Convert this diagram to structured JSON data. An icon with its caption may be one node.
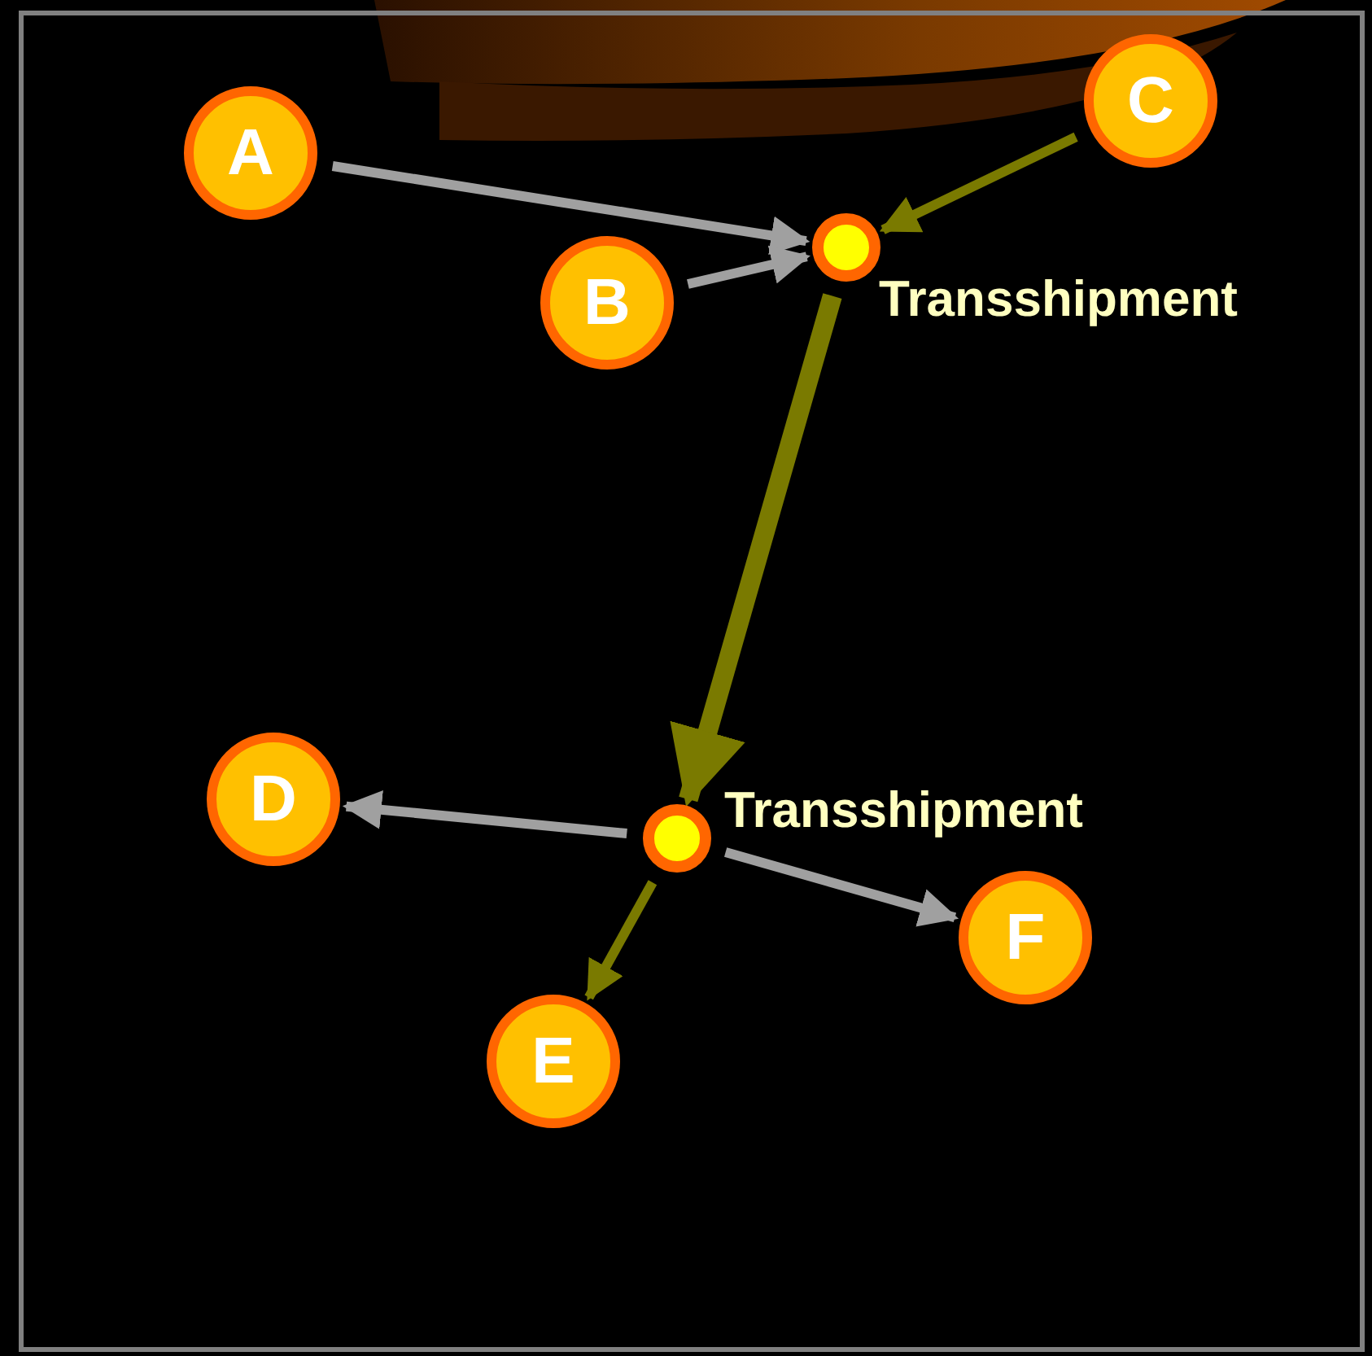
{
  "diagram": {
    "nodes": [
      {
        "text": [
          "A"
        ]
      },
      {
        "text": [
          "C"
        ]
      },
      {
        "text": [],
        "shape": "circle",
        "beside": [
          "Transshipment"
        ]
      },
      {
        "text": [
          "B"
        ]
      },
      {
        "text": [
          "D"
        ]
      },
      {
        "text": [],
        "shape": "circle",
        "beside": [
          "Transshipment"
        ]
      },
      {
        "text": [
          "F"
        ]
      },
      {
        "text": [
          "E"
        ]
      }
    ],
    "edges": [
      {
        "from": 0,
        "to": 2,
        "arrow": "to"
      },
      {
        "from": 3,
        "to": 2,
        "arrow": "to"
      },
      {
        "from": 1,
        "to": 2,
        "arrow": "to",
        "color": "#7a7a00"
      },
      {
        "from": 2,
        "to": 5,
        "arrow": "to",
        "style": "thick",
        "color": "#7a7a00"
      },
      {
        "from": 5,
        "to": 4,
        "arrow": "to"
      },
      {
        "from": 5,
        "to": 7,
        "arrow": "to",
        "color": "#7a7a00"
      },
      {
        "from": 5,
        "to": 6,
        "arrow": "to"
      }
    ]
  }
}
